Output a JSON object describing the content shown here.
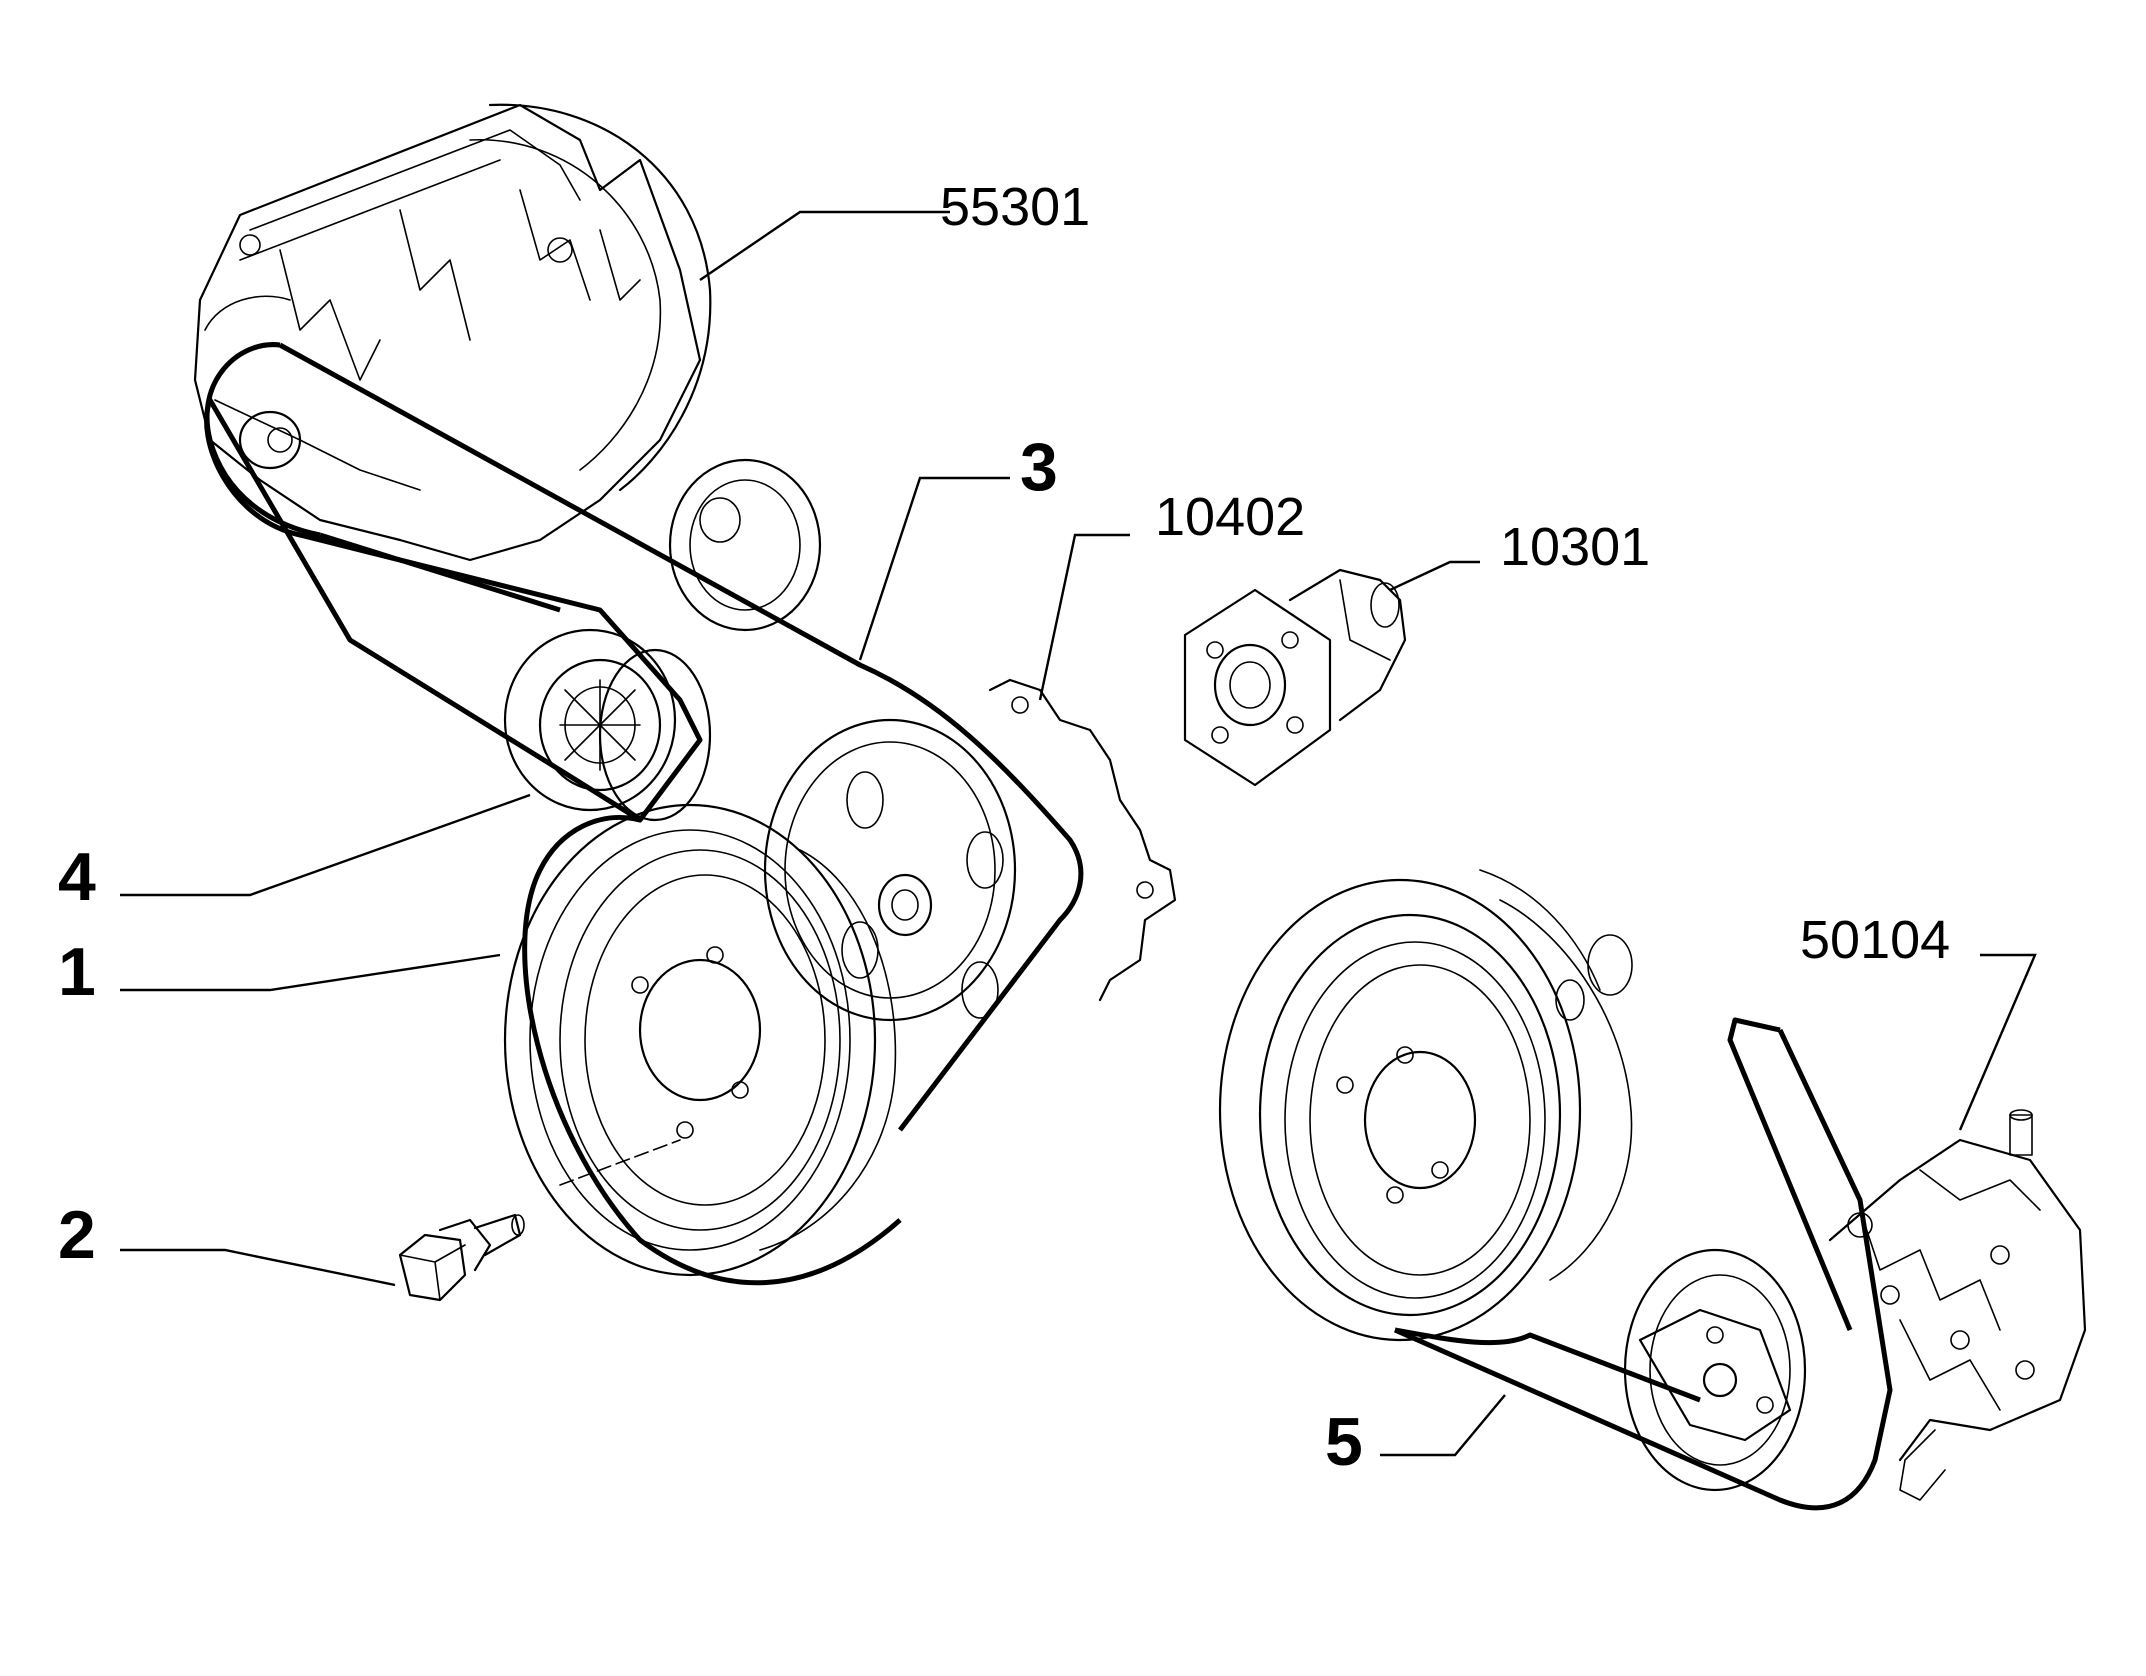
{
  "callouts": {
    "alternator": "55301",
    "belt_main": "3",
    "water_pump": "10402",
    "thermostat": "10301",
    "idler_pulley": "4",
    "crank_pulley": "1",
    "bolt": "2",
    "ac_compressor": "50104",
    "belt_ac": "5"
  }
}
